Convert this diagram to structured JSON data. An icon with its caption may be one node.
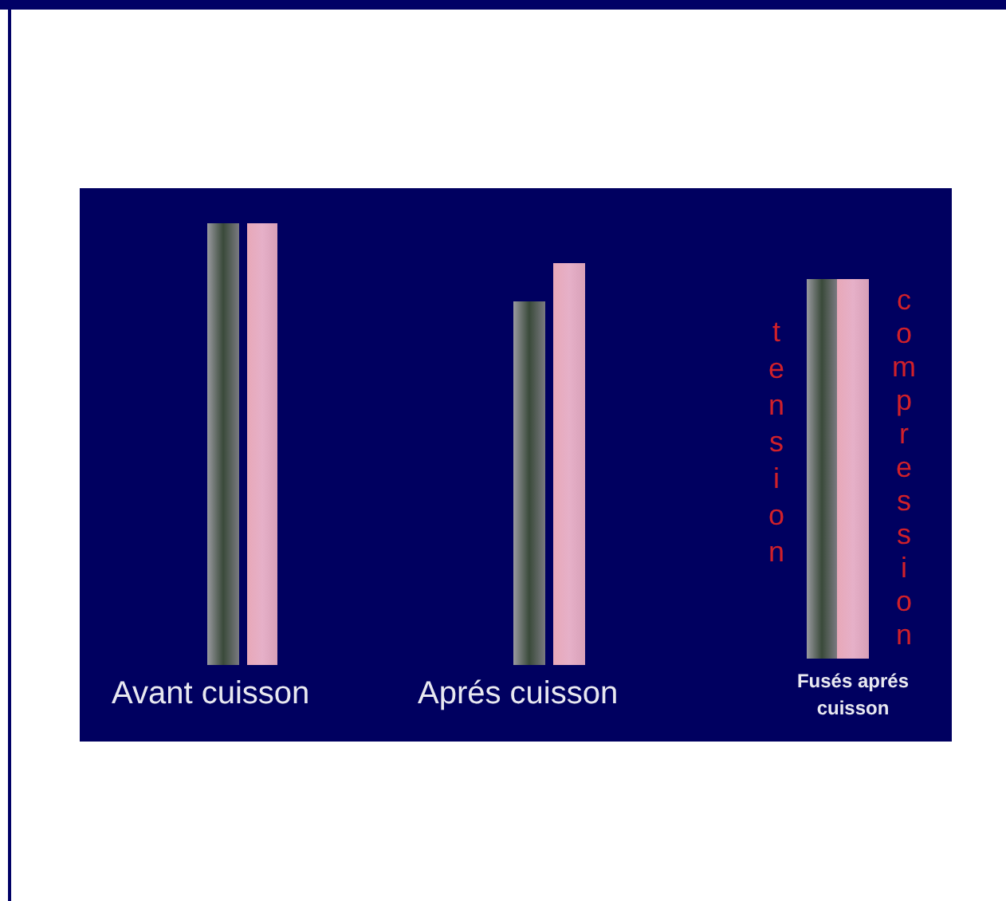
{
  "diagram": {
    "labels": [
      "Avant cuisson",
      "Aprés cuisson",
      "tension",
      "compression",
      "Fusés aprés cuisson"
    ]
  }
}
